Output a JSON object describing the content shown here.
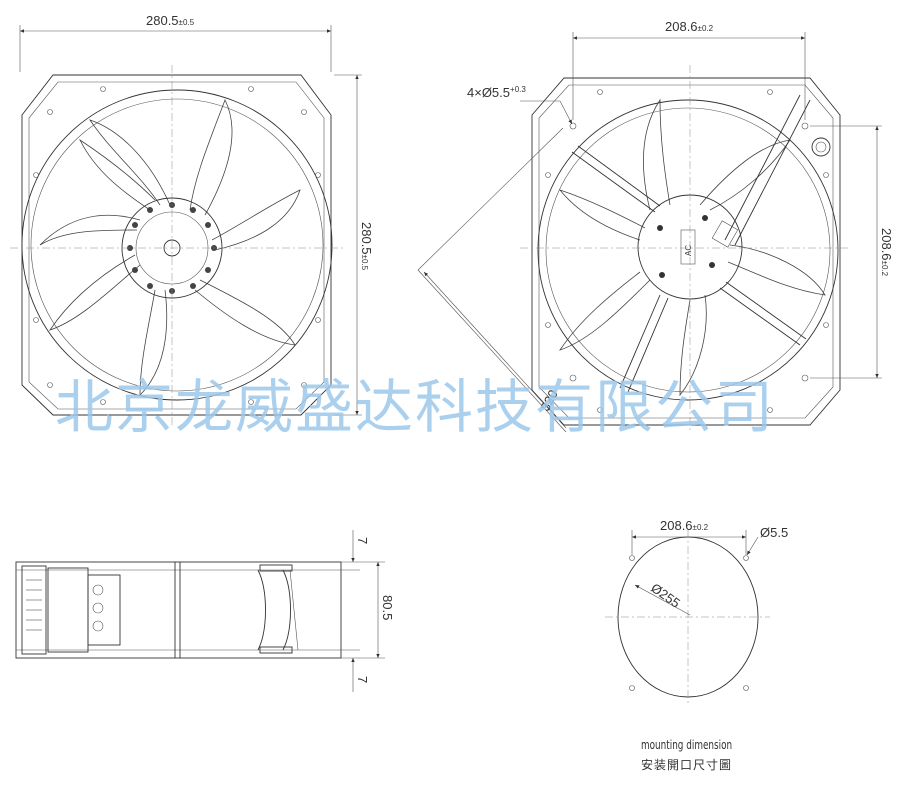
{
  "front_view": {
    "width_main": "280.5",
    "width_tol": "±0.5",
    "height_main": "280.5",
    "height_tol": "±0.5"
  },
  "rear_view": {
    "width_main": "208.6",
    "width_tol": "±0.2",
    "height_main": "208.6",
    "height_tol": "±0.2",
    "hole_label": "4×Ø5.5",
    "hole_tol": "+0.3",
    "diagonal": "320",
    "hub_label": "AC"
  },
  "side_view": {
    "depth": "80.5",
    "flange_top": "7",
    "flange_bottom": "7"
  },
  "mounting": {
    "width_main": "208.6",
    "width_tol": "±0.2",
    "hole": "Ø5.5",
    "cutout": "Ø255",
    "caption_en": "mounting dimension",
    "caption_cn": "安装開口尺寸圖"
  },
  "watermark": "北京龙威盛达科技有限公司"
}
